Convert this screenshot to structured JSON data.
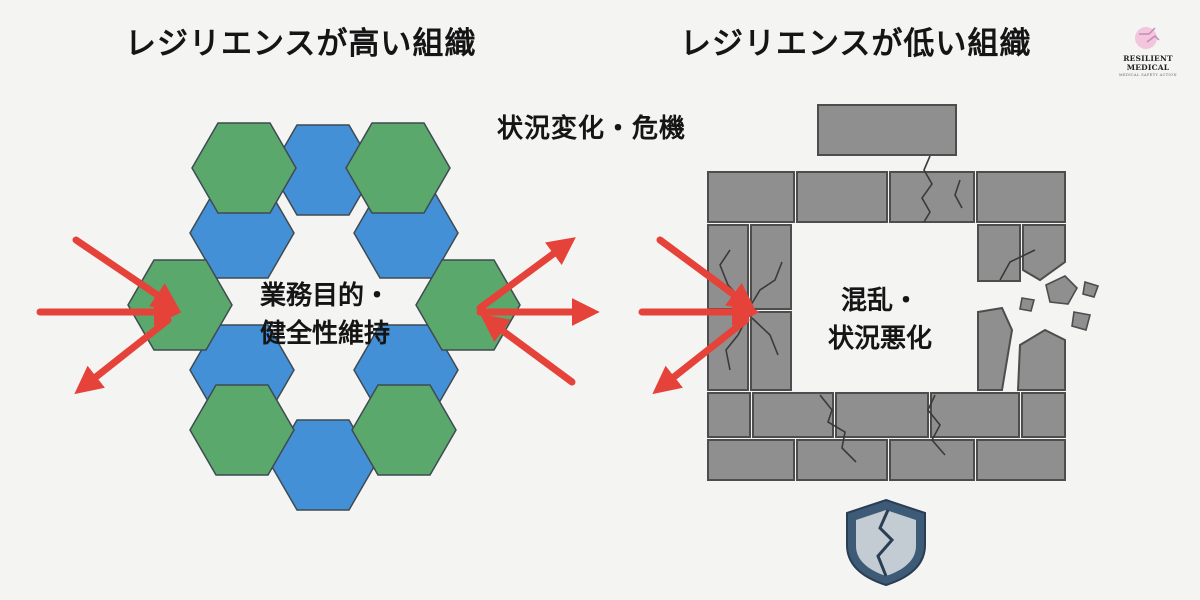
{
  "titles": {
    "left": "レジリエンスが高い組織",
    "right": "レジリエンスが低い組織"
  },
  "center_label": "状況変化・危機",
  "left_inner": {
    "line1": "業務目的・",
    "line2": "健全性維持"
  },
  "right_inner": {
    "line1": "混乱・",
    "line2": "状況悪化"
  },
  "logo": {
    "name": "RESILIENT MEDICAL",
    "sub": "MEDICAL SAFETY ACTION"
  },
  "colors": {
    "hex_green": "#5aa86b",
    "hex_blue": "#4490d6",
    "arrow_red": "#e5423a",
    "brick": "#8f8f8f",
    "shield": "#3d5a77"
  }
}
